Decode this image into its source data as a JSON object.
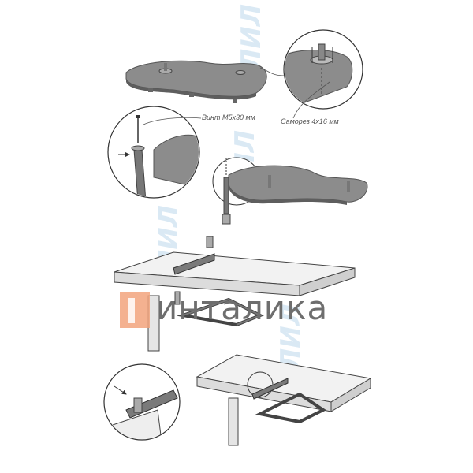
{
  "labels": {
    "screw_m5": "Винт М5x30 мм",
    "self_tapping": "Саморез 4x16 мм"
  },
  "watermark": {
    "brand_text": "инталика"
  },
  "colors": {
    "shelf_top": "#8c8c8c",
    "shelf_edge": "#5e5e5e",
    "metal": "#7a7a7a",
    "line": "#444444",
    "logo_orange": "#f2a37c",
    "watermark_blue": "#d7e7f3",
    "brand_gray": "#6e6e6e"
  },
  "icons": [
    "screw-icon",
    "arrow-icon",
    "magnifier-circle",
    "logo-icon"
  ]
}
